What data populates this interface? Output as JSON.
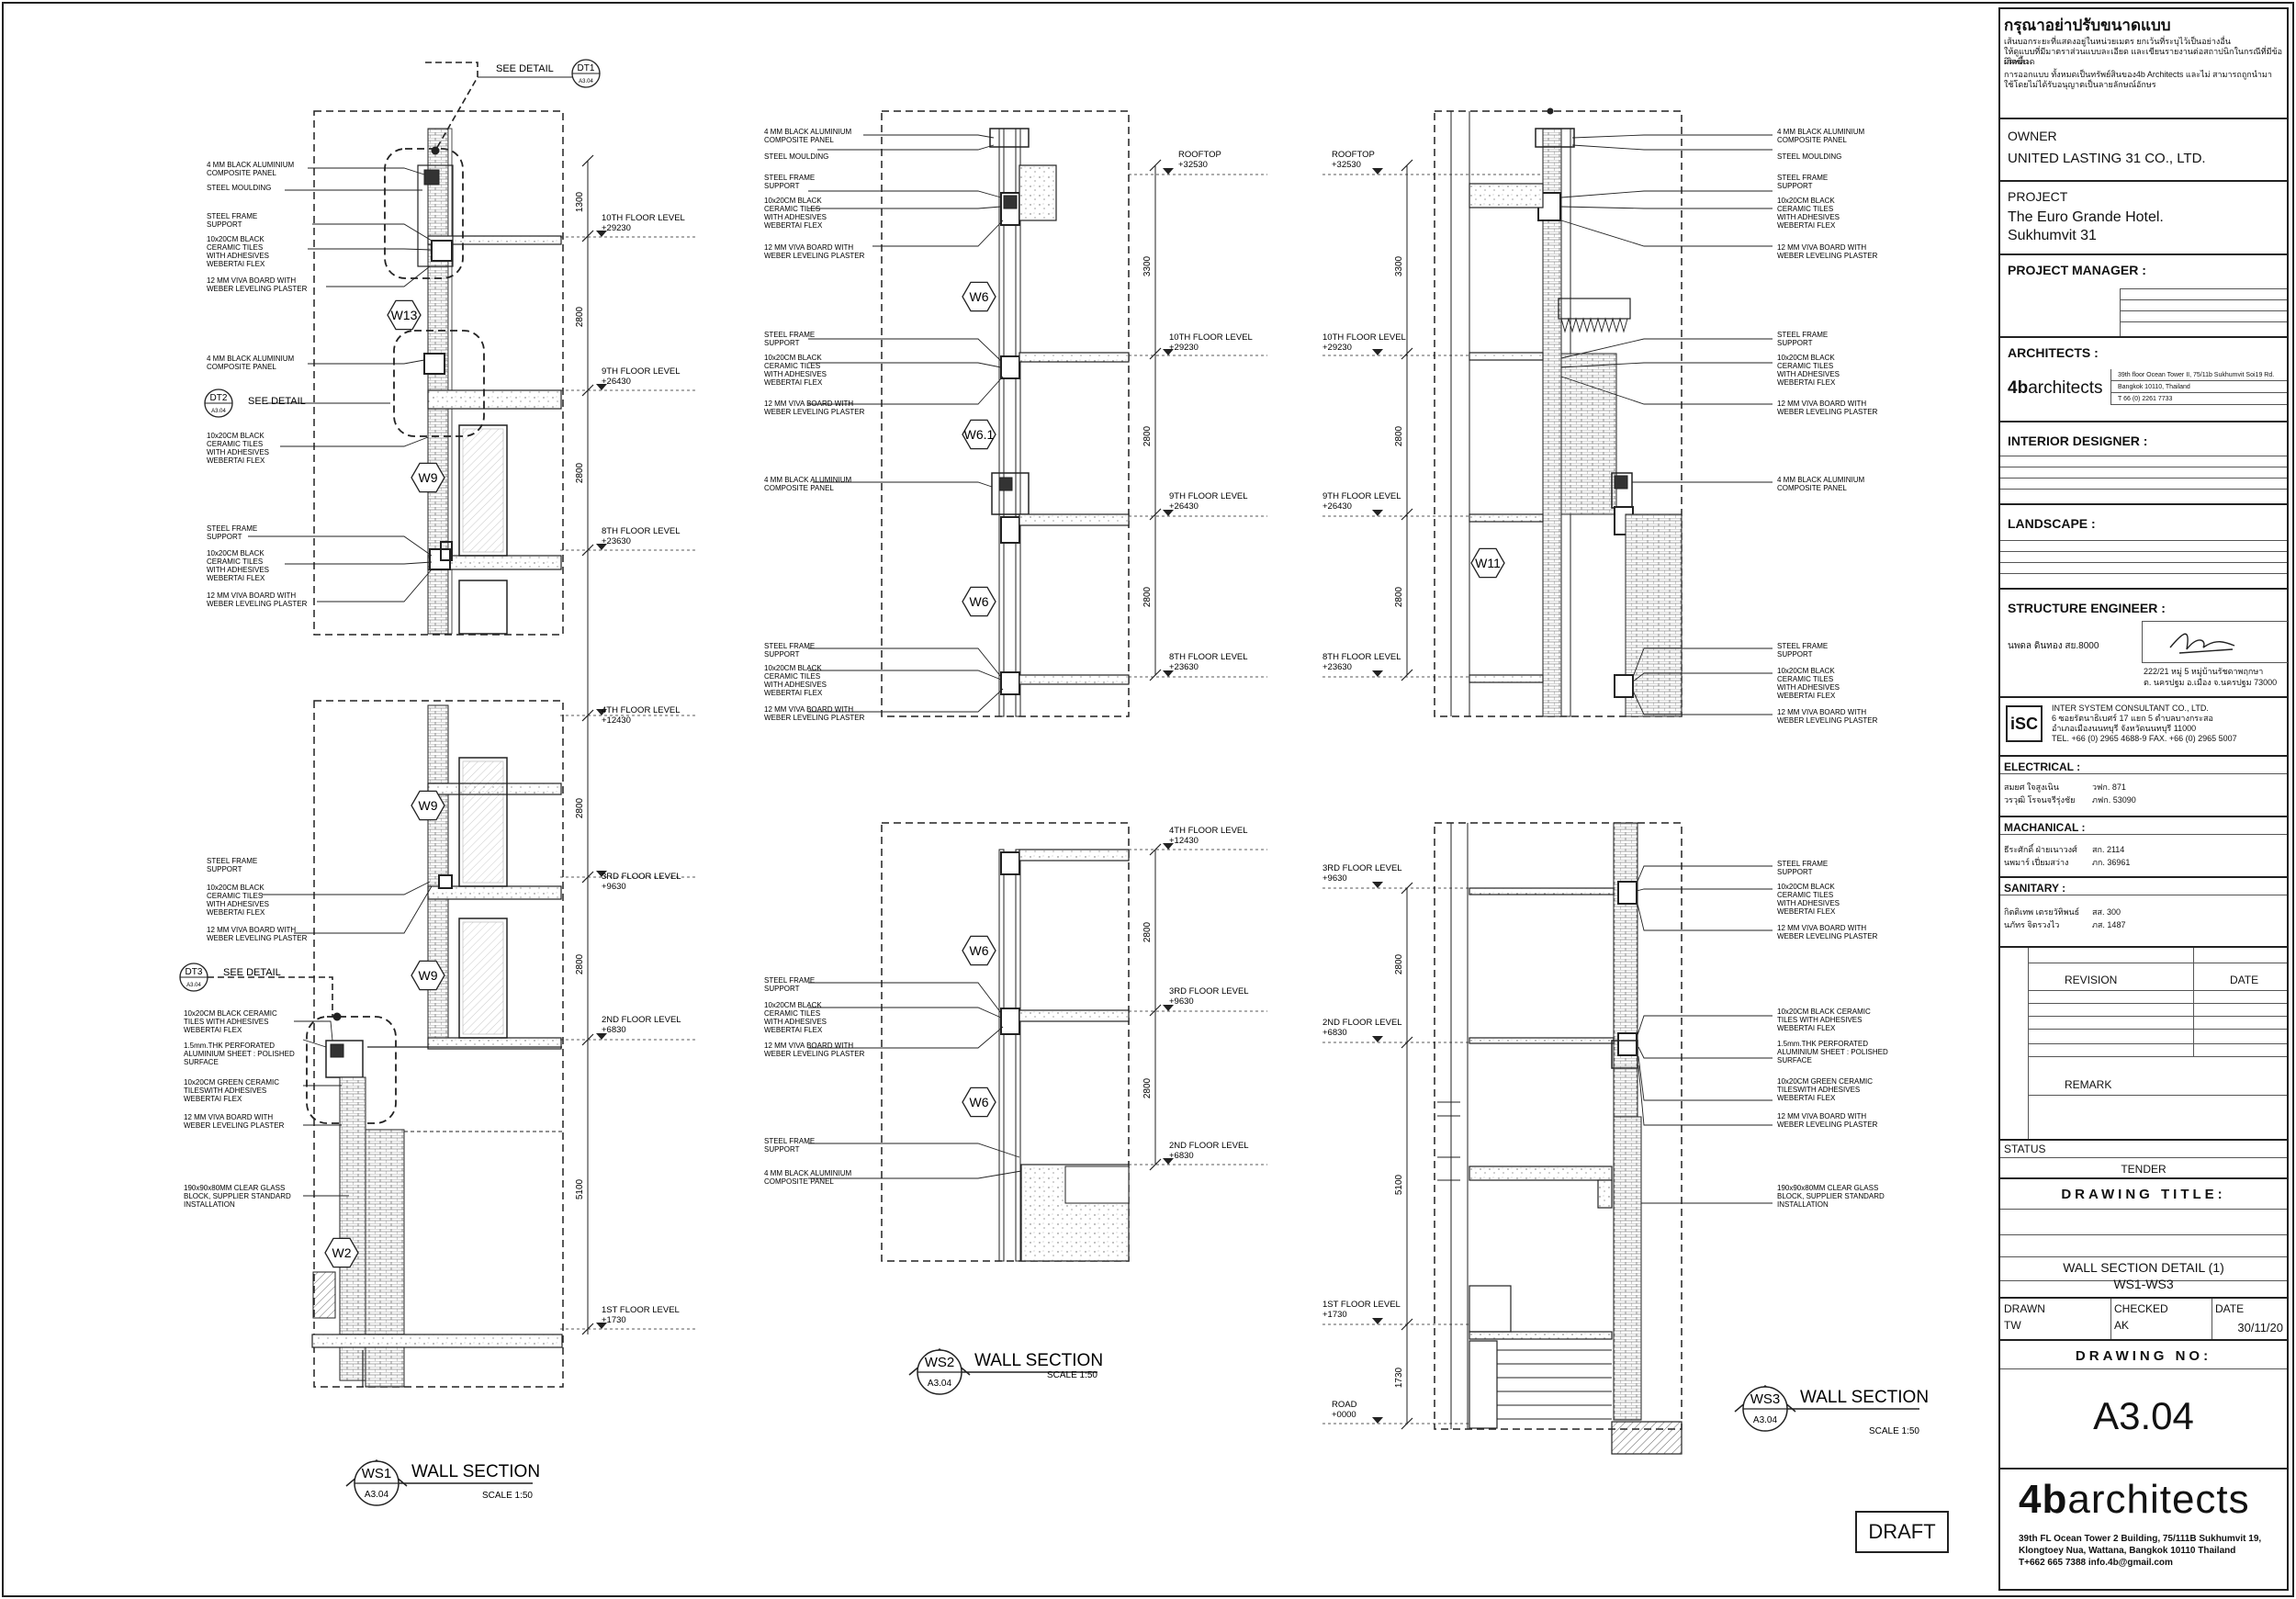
{
  "sections": {
    "ws1": {
      "tag": "WS1",
      "ref": "A3.04",
      "title": "WALL SECTION",
      "scale": "SCALE 1:50"
    },
    "ws2": {
      "tag": "WS2",
      "ref": "A3.04",
      "title": "WALL SECTION",
      "scale": "SCALE 1:50"
    },
    "ws3": {
      "tag": "WS3",
      "ref": "A3.04",
      "title": "WALL SECTION",
      "scale": "SCALE 1:50"
    }
  },
  "details": {
    "dt1": {
      "tag": "DT1",
      "ref": "A3.04",
      "label": "SEE DETAIL"
    },
    "dt2": {
      "tag": "DT2",
      "ref": "A3.04",
      "label": "SEE DETAIL"
    },
    "dt3": {
      "tag": "DT3",
      "ref": "A3.04",
      "label": "SEE DETAIL"
    }
  },
  "wall_tags": [
    "W13",
    "W9",
    "W9",
    "W9",
    "W2",
    "W6",
    "W6.1",
    "W6",
    "W6",
    "W6",
    "W11"
  ],
  "levels": {
    "rooftop": [
      "ROOFTOP",
      "+32530"
    ],
    "l10": [
      "10TH FLOOR LEVEL",
      "+29230"
    ],
    "l9": [
      "9TH FLOOR LEVEL",
      "+26430"
    ],
    "l8": [
      "8TH FLOOR LEVEL",
      "+23630"
    ],
    "l4": [
      "4TH FLOOR LEVEL",
      "+12430"
    ],
    "l3": [
      "3RD FLOOR LEVEL",
      "+9630"
    ],
    "l2": [
      "2ND FLOOR LEVEL",
      "+6830"
    ],
    "l1": [
      "1ST FLOOR LEVEL",
      "+1730"
    ],
    "road": [
      "ROAD",
      "+0000"
    ]
  },
  "dims": {
    "d1300": "1300",
    "d2800": "2800",
    "d3300": "3300",
    "d5100": "5100",
    "d1730": "1730"
  },
  "notes": {
    "acp": [
      "4 MM BLACK ALUMINIUM",
      "COMPOSITE PANEL"
    ],
    "moulding": [
      "STEEL MOULDING"
    ],
    "steel": [
      "STEEL FRAME",
      "SUPPORT"
    ],
    "tiles": [
      "10x20CM BLACK",
      "CERAMIC TILES",
      "WITH ADHESIVES",
      "WEBERTAI FLEX"
    ],
    "viva": [
      "12 MM VIVA BOARD WITH",
      "WEBER LEVELING PLASTER"
    ],
    "tiles2": [
      "10x20CM BLACK CERAMIC",
      "TILES WITH ADHESIVES",
      "WEBERTAI FLEX"
    ],
    "perforated": [
      "1.5mm.THK PERFORATED",
      "ALUMINIUM SHEET : POLISHED",
      "SURFACE"
    ],
    "green": [
      "10x20CM GREEN CERAMIC",
      "TILESWITH ADHESIVES",
      "WEBERTAI FLEX"
    ],
    "glass": [
      "190x90x80MM CLEAR GLASS",
      "BLOCK, SUPPLIER STANDARD",
      "INSTALLATION"
    ]
  },
  "titleblock": {
    "notice_title": "กรุณาอย่าปรับขนาดแบบ",
    "notice_lines": [
      "เส้นบอกระยะที่แสดงอยู่ในหน่วยเมตร ยกเว้นที่ระบุไว้เป็นอย่างอื่น",
      "ให้ดูแบบที่มีมาตราส่วนแบบละเอียด และเขียนรายงานต่อสถาปนิกในกรณีที่มีข้อผิดพลาด",
      "เกิดขึ้น",
      "การออกแบบ ทั้งหมดเป็นทรัพย์สินของ4b Architects และไม่ สามารถถูกนำมา",
      "ใช้โดยไม่ได้รับอนุญาตเป็นลายลักษณ์อักษร"
    ],
    "owner_label": "OWNER",
    "owner_name": "UNITED LASTING 31 CO., LTD.",
    "project_label": "PROJECT",
    "project_name_1": "The Euro Grande Hotel.",
    "project_name_2": "Sukhumvit 31",
    "pm_label": "PROJECT MANAGER :",
    "architects_label": "ARCHITECTS :",
    "arch_logo_bold": "4b",
    "arch_logo_rest": "architects",
    "arch_addr": [
      "39th floor Ocean Tower II, 75/11b Sukhumvit Soi19 Rd.",
      "Bangkok 10110, Thailand",
      "T 66 (0) 2261 7733"
    ],
    "interior_label": "INTERIOR DESIGNER :",
    "landscape_label": "LANDSCAPE :",
    "structure_label": "STRUCTURE ENGINEER :",
    "structure_name": "นพดล  ดินทอง  สย.8000",
    "structure_addr": [
      "222/21 หมู่ 5 หมู่บ้านรัชดาพฤกษา",
      "ต. นครปฐม อ.เมือง จ.นครปฐม 73000"
    ],
    "isc_logo": "iSC",
    "isc_lines": [
      "INTER SYSTEM CONSULTANT CO., LTD.",
      "6 ซอยรัตนาธิเบศร์ 17 แยก 5 ตำบลบางกระสอ",
      "อำเภอเมืองนนทบุรี จังหวัดนนทบุรี 11000",
      "TEL. +66 (0) 2965 4688-9 FAX. +66 (0) 2965 5007"
    ],
    "electrical_label": "ELECTRICAL :",
    "elec_names": [
      "สมยศ ใจสูงเนิน",
      "วรวุฒิ โรจนจรีรุ่งชัย"
    ],
    "elec_codes": [
      "วฟก. 871",
      "ภฟก. 53090"
    ],
    "mechanical_label": "MACHANICAL :",
    "mech_names": [
      "ธีระศักดิ์ ฝ่ายเนาวงศ์",
      "นพมาร์ เปี่ยมสว่าง"
    ],
    "mech_codes": [
      "สก. 2114",
      "ภก. 36961"
    ],
    "sanitary_label": "SANITARY :",
    "san_names": [
      "กิตติเทพ  เตรยวัทิพนธ์",
      "นภัทร จิตรวงไว"
    ],
    "san_codes": [
      "สส. 300",
      "ภส. 1487"
    ],
    "revision_label": "REVISION",
    "date_label": "DATE",
    "remark_label": "REMARK",
    "status_label": "STATUS",
    "status_value": "TENDER",
    "drawing_title_label": "DRAWING  TITLE:",
    "drawing_title_1": "WALL SECTION DETAIL  (1)",
    "drawing_title_2": "WS1-WS3",
    "drawn_label": "DRAWN",
    "drawn_value": "TW",
    "checked_label": "CHECKED",
    "checked_value": "AK",
    "dated_label": "DATE",
    "dated_value": "30/11/20",
    "drawing_no_label": "DRAWING  NO:",
    "drawing_no": "A3.04",
    "footer_logo_bold": "4b",
    "footer_logo_rest": "architects",
    "footer_addr": [
      "39th FL Ocean Tower 2 Building, 75/111B Sukhumvit 19,",
      "Klongtoey Nua, Wattana, Bangkok 10110 Thailand",
      "T+662 665 7388  info.4b@gmail.com"
    ]
  },
  "stamp": "DRAFT"
}
